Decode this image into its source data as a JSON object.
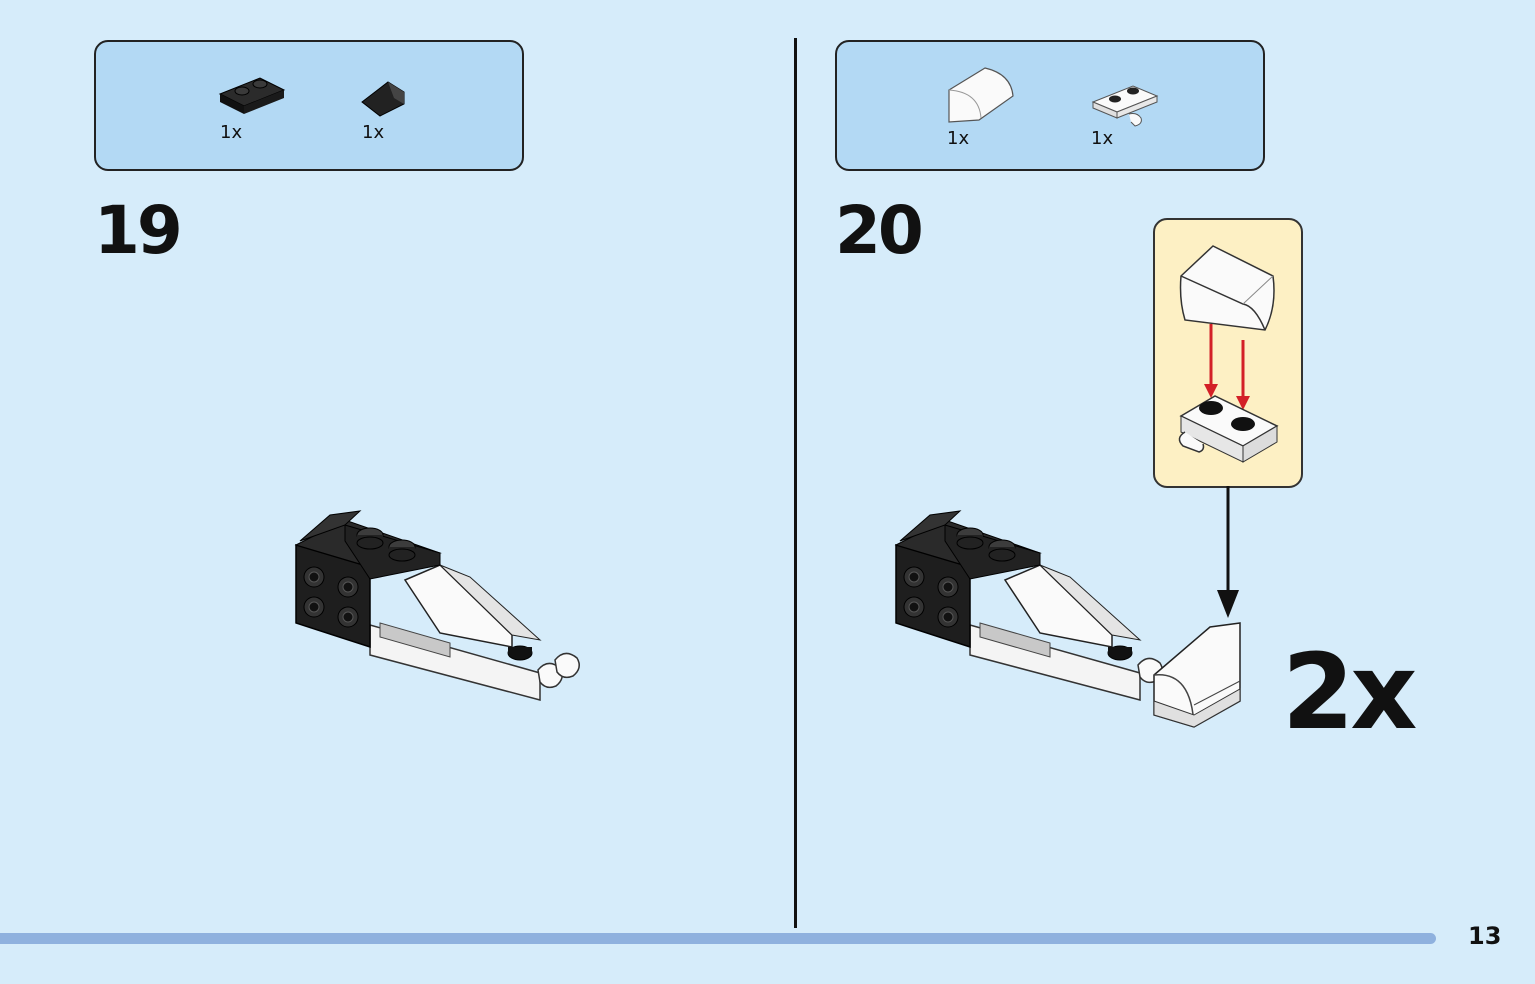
{
  "page": {
    "number": "13"
  },
  "steps": [
    {
      "number": "19",
      "parts": [
        {
          "icon": "black-plate-1x2-icon",
          "qty": "1x"
        },
        {
          "icon": "black-slope-icon",
          "qty": "1x"
        }
      ]
    },
    {
      "number": "20",
      "parts": [
        {
          "icon": "white-curved-slope-icon",
          "qty": "1x"
        },
        {
          "icon": "white-plate-with-clip-icon",
          "qty": "1x"
        }
      ],
      "multiplier": "2x"
    }
  ],
  "colors": {
    "background": "#d6ecfa",
    "parts_box": "#b3d9f4",
    "callout": "#fdf0c4",
    "bottom_bar": "#8fb1de",
    "arrow_red": "#d32027"
  }
}
